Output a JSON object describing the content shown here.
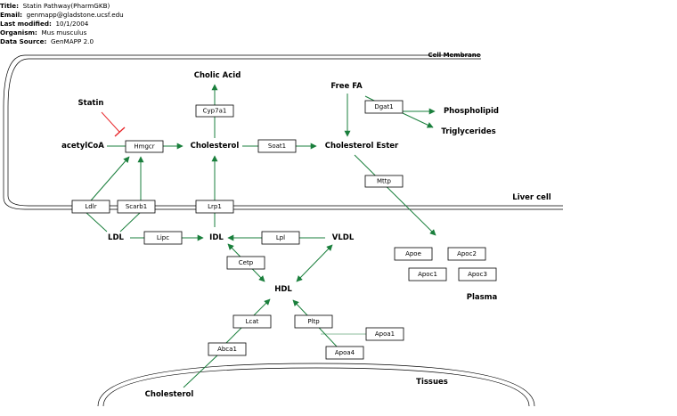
{
  "header": {
    "title_key": "Title:",
    "title": "Statin Pathway(PharmGKB)",
    "email_key": "Email:",
    "email": "genmapp@gladstone.ucsf.edu",
    "modified_key": "Last modified:",
    "modified": "10/1/2004",
    "organism_key": "Organism:",
    "organism": "Mus musculus",
    "source_key": "Data Source:",
    "source": "GenMAPP 2.0"
  },
  "labels": {
    "cell_membrane": "Cell Membrane",
    "liver_cell": "Liver cell",
    "plasma": "Plasma",
    "tissues": "Tissues",
    "cholic_acid": "Cholic Acid",
    "free_fa": "Free FA",
    "statin": "Statin",
    "phospholipid": "Phospholipid",
    "triglycerides": "Triglycerides",
    "acetylcoa": "acetylCoA",
    "cholesterol": "Cholesterol",
    "cholesterol_ester": "Cholesterol Ester",
    "ldl": "LDL",
    "idl": "IDL",
    "vldl": "VLDL",
    "hdl": "HDL",
    "tissue_cholesterol": "Cholesterol"
  },
  "genes": {
    "cyp7a1": "Cyp7a1",
    "dgat1": "Dgat1",
    "hmgcr": "Hmgcr",
    "soat1": "Soat1",
    "mttp": "Mttp",
    "ldlr": "Ldlr",
    "scarb1": "Scarb1",
    "lrp1": "Lrp1",
    "lipc": "Lipc",
    "lpl": "Lpl",
    "cetp": "Cetp",
    "apoe": "Apoe",
    "apoc2": "Apoc2",
    "apoc1": "Apoc1",
    "apoc3": "Apoc3",
    "lcat": "Lcat",
    "pltp": "Pltp",
    "apoa1": "Apoa1",
    "abca1": "Abca1",
    "apoa4": "Apoa4"
  },
  "colors": {
    "arrow": "#1a7f3c",
    "inhibition": "#e8262a"
  }
}
